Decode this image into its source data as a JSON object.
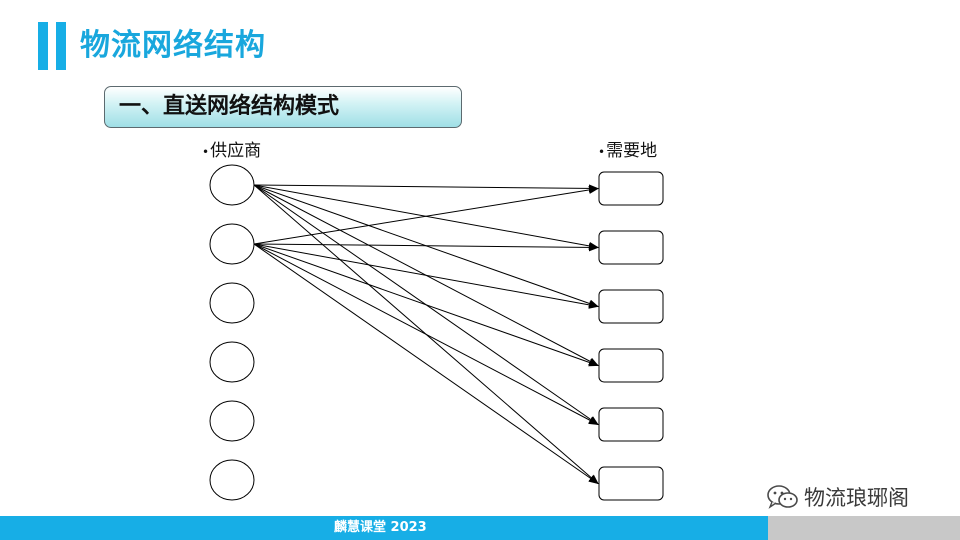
{
  "title": "物流网络结构",
  "subtitle": "一、直送网络结构模式",
  "diagram": {
    "supplier_label": "供应商",
    "demand_label": "需要地",
    "bullet": "•",
    "supplier_count": 6,
    "demand_count": 6,
    "connections": [
      {
        "from": 1,
        "to": 1
      },
      {
        "from": 1,
        "to": 2
      },
      {
        "from": 1,
        "to": 3
      },
      {
        "from": 1,
        "to": 4
      },
      {
        "from": 1,
        "to": 5
      },
      {
        "from": 1,
        "to": 6
      },
      {
        "from": 2,
        "to": 1
      },
      {
        "from": 2,
        "to": 2
      },
      {
        "from": 2,
        "to": 3
      },
      {
        "from": 2,
        "to": 4
      },
      {
        "from": 2,
        "to": 5
      },
      {
        "from": 2,
        "to": 6
      }
    ]
  },
  "footer": {
    "text": "麟慧课堂 2023"
  },
  "watermark": {
    "text": "物流琅琊阁",
    "icon": "wechat-icon"
  },
  "colors": {
    "accent": "#17aee6",
    "footer_gray": "#c8c8c8"
  }
}
